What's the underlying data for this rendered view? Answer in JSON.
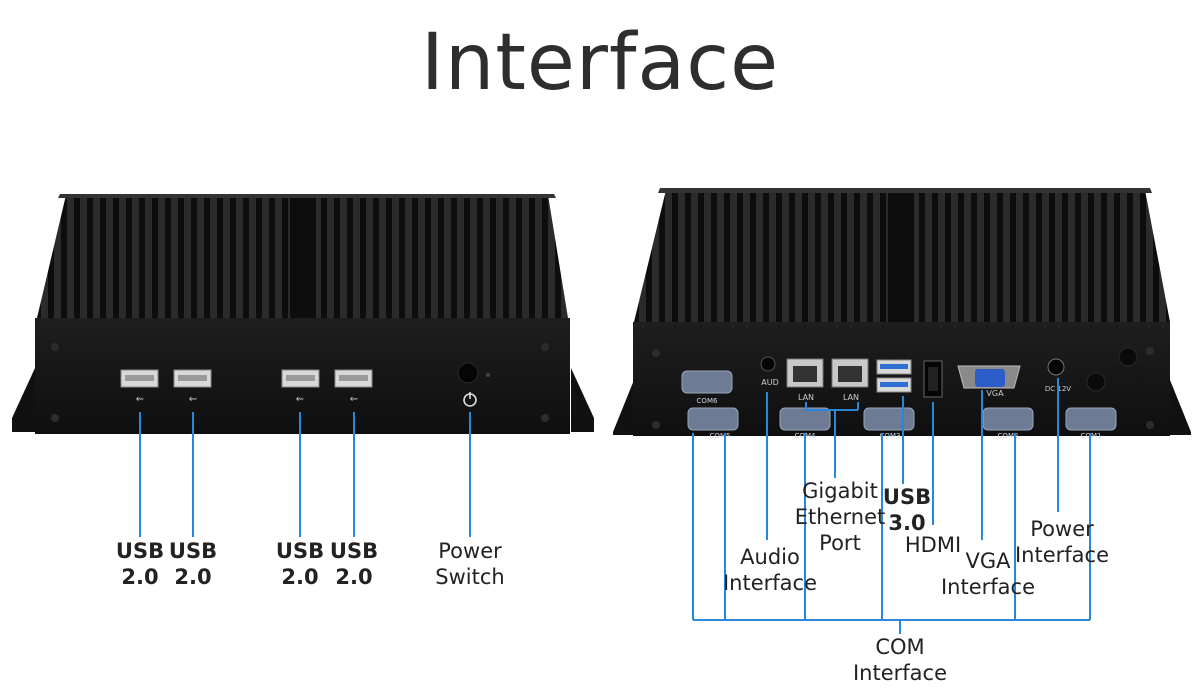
{
  "title": "Interface",
  "front_labels": {
    "usb1": [
      "USB",
      "2.0"
    ],
    "usb2": [
      "USB",
      "2.0"
    ],
    "usb3": [
      "USB",
      "2.0"
    ],
    "usb4": [
      "USB",
      "2.0"
    ],
    "power_switch": [
      "Power",
      "Switch"
    ]
  },
  "back_labels": {
    "gigabit": [
      "Gigabit",
      "Ethernet",
      "Port"
    ],
    "usb30": [
      "USB",
      "3.0"
    ],
    "hdmi": "HDMI",
    "audio": [
      "Audio",
      "Interface"
    ],
    "vga": [
      "VGA",
      "Interface"
    ],
    "power_interface": [
      "Power",
      "Interface"
    ],
    "com": [
      "COM",
      "Interface"
    ]
  },
  "port_prints": {
    "com6": "COM6",
    "com5": "COM5",
    "com4": "COM4",
    "com3": "COM3",
    "com2": "COM2",
    "com1": "COM1",
    "aud": "AUD",
    "lan1": "LAN",
    "lan2": "LAN",
    "vga": "VGA",
    "dc": "DC 12V"
  },
  "colors": {
    "leader": "#2a86d6",
    "chassis": "#141414",
    "text": "#222222"
  }
}
